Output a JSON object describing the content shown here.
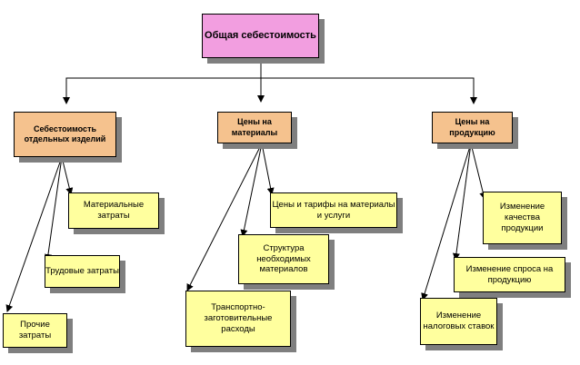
{
  "root": {
    "label": "Общая себестоимость"
  },
  "groups": [
    {
      "label": "Себестоимость отдельных изделий",
      "children": [
        "Материальные затраты",
        "Трудовые затраты",
        "Прочие затраты"
      ]
    },
    {
      "label": "Цены на материалы",
      "children": [
        "Цены и тарифы на материалы и услуги",
        "Структура необходимых материалов",
        "Транспортно-заготовительные расходы"
      ]
    },
    {
      "label": "Цены на продукцию",
      "children": [
        "Изменение качества продукции",
        "Изменение спроса на продукцию",
        "Изменение налоговых ставок"
      ]
    }
  ],
  "colors": {
    "root": "#f29ee0",
    "group": "#f5c28e",
    "leaf": "#ffff9e",
    "shadow": "#7f7f7f",
    "line": "#000000"
  }
}
